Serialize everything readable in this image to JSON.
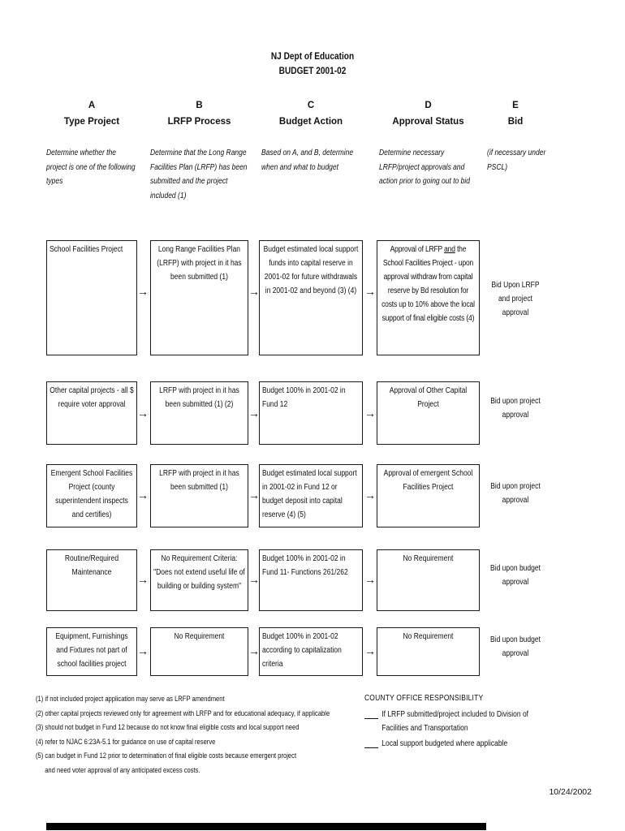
{
  "title": {
    "line1": "NJ Dept of Education",
    "line2": "BUDGET 2001-02"
  },
  "columns": [
    {
      "letter": "A",
      "name": "Type Project",
      "description": "Determine whether the project is one of  the following types"
    },
    {
      "letter": "B",
      "name": "LRFP Process",
      "description": "Determine that the Long Range Facilities Plan (LRFP) has been submitted and the project included (1)"
    },
    {
      "letter": "C",
      "name": "Budget Action",
      "description": "Based on A, and B, determine when and what to budget"
    },
    {
      "letter": "D",
      "name": "Approval Status",
      "description": "Determine necessary LRFP/project approvals and action prior to going out to bid"
    },
    {
      "letter": "E",
      "name": "Bid",
      "description": "(if necessary under PSCL)"
    }
  ],
  "rows": [
    {
      "a": "School Facilities Project",
      "b": "Long Range Facilities Plan (LRFP) with project in it has been submitted (1)",
      "c": "Budget estimated local support funds into capital reserve in 2001-02 for future withdrawals in 2001-02 and beyond (3) (4)",
      "d_prefix": "Approval of LRFP ",
      "d_underlined": "and",
      "d_suffix": " the School Facilities Project - upon approval withdraw from capital reserve by Bd resolution for costs up to 10% above the local support of final eligible costs (4)",
      "e": "Bid Upon LRFP and project approval"
    },
    {
      "a": "Other capital projects - all $ require voter approval",
      "b": "LRFP with project in it has been submitted (1) (2)",
      "c": "Budget 100% in 2001-02 in Fund 12",
      "d": "Approval of Other Capital Project",
      "e": "Bid upon project approval"
    },
    {
      "a": "Emergent School Facilities Project (county superintendent inspects and certifies)",
      "b": "LRFP with project in it has been submitted (1)",
      "c": "Budget estimated local support in 2001-02 in Fund 12 or budget deposit into capital reserve (4) (5)",
      "d": "Approval of emergent School Facilities Project",
      "e": "Bid upon project approval"
    },
    {
      "a": "Routine/Required Maintenance",
      "b": "No Requirement Criteria: \"Does not extend useful life of building or building system\"",
      "c": "Budget 100% in 2001-02 in Fund 11- Functions 261/262",
      "d": "No Requirement",
      "e": "Bid upon budget approval"
    },
    {
      "a": "Equipment, Furnishings and Fixtures not part of school facilities project",
      "b": "No Requirement",
      "c": "Budget 100% in 2001-02 according to capitalization criteria",
      "d": "No Requirement",
      "e": "Bid upon budget approval"
    }
  ],
  "footnotes": [
    "(1) if not included project application may serve as LRFP amendment",
    "(2) other capital projects reviewed only for agreement with LRFP and for educational adequacy, if applicable",
    "(3) should not budget in Fund 12 because do not know final eligible costs and local support need",
    "(4) refer to NJAC 6:23A-5.1 for guidance on use of capital reserve",
    "(5) can budget in Fund 12 prior to determination of final eligible costs because emergent project",
    "and need voter approval of any anticipated excess costs."
  ],
  "county_office": {
    "heading": "COUNTY OFFICE RESPONSIBILITY",
    "items": [
      "If LRFP submitted/project included to Division of Facilities and Transportation",
      "Local support budgeted where applicable"
    ]
  },
  "date": "10/24/2002",
  "icons": {
    "arrow_right": "→"
  },
  "colors": {
    "ink": "#111111",
    "bar": "#000000"
  }
}
